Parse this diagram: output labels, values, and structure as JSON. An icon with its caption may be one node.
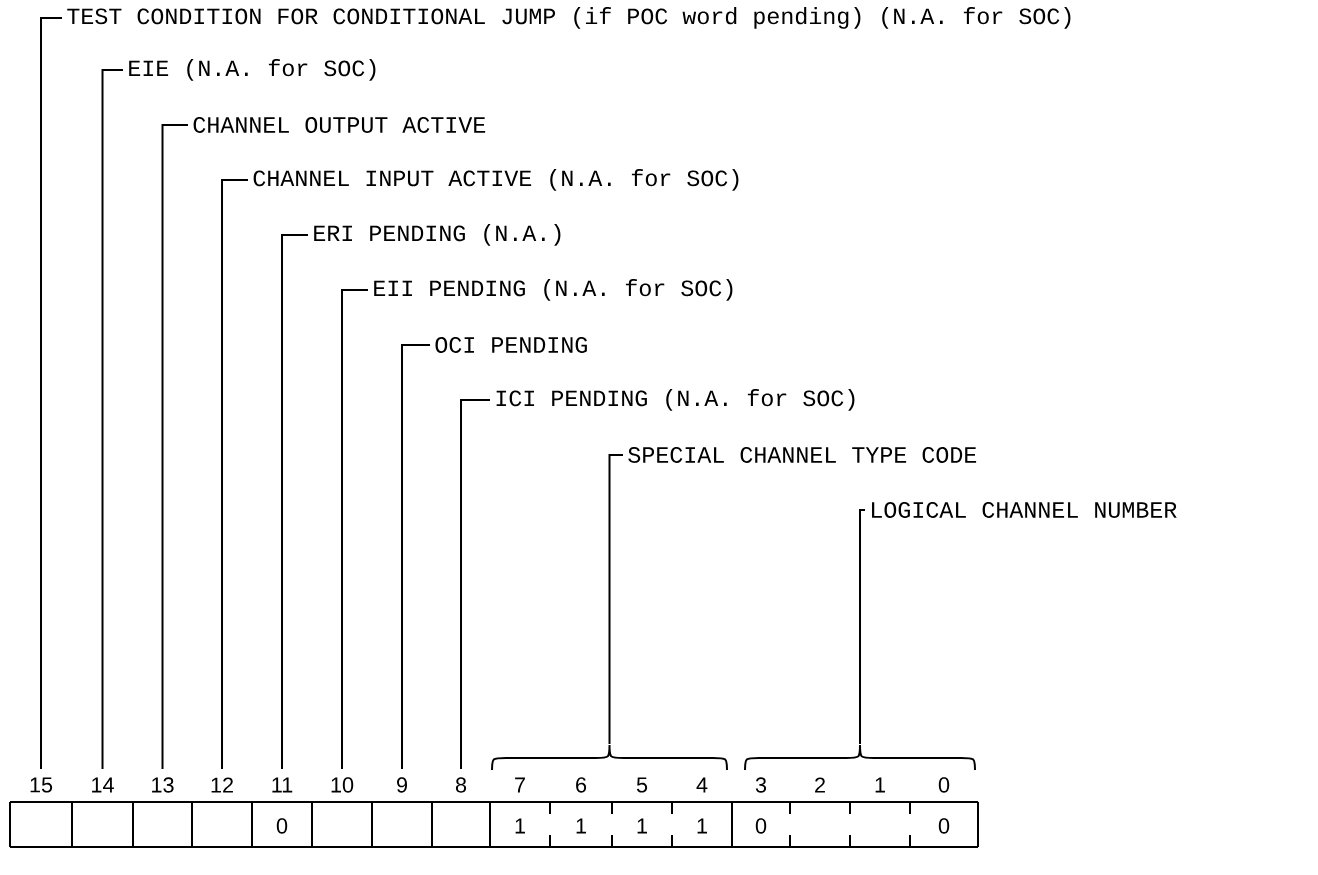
{
  "diagram": {
    "nodes": [
      {
        "text": [
          "TEST CONDITION FOR CONDITIONAL JUMP (if POC word pending) (N.A. for SOC)"
        ]
      },
      {
        "text": [
          "EIE (N.A. for SOC)"
        ]
      },
      {
        "text": [
          "CHANNEL OUTPUT ACTIVE"
        ]
      },
      {
        "text": [
          "CHANNEL INPUT ACTIVE (N.A. for SOC)"
        ]
      },
      {
        "text": [
          "ERI PENDING (N.A.)"
        ]
      },
      {
        "text": [
          "EII PENDING (N.A. for SOC)"
        ]
      },
      {
        "text": [
          "OCI PENDING"
        ]
      },
      {
        "text": [
          "ICI PENDING (N.A. for SOC)"
        ]
      },
      {
        "text": [
          "SPECIAL CHANNEL TYPE CODE"
        ]
      },
      {
        "text": [
          "LOGICAL CHANNEL NUMBER"
        ]
      },
      {
        "text": [],
        "shape": "bracket"
      },
      {
        "text": [],
        "shape": "bracket"
      },
      {
        "text": [
          "15"
        ]
      },
      {
        "text": [
          "14"
        ]
      },
      {
        "text": [
          "13"
        ]
      },
      {
        "text": [
          "12"
        ]
      },
      {
        "text": [
          "11",
          "0"
        ]
      },
      {
        "text": [
          "10"
        ]
      },
      {
        "text": [
          "9"
        ]
      },
      {
        "text": [
          "8"
        ]
      },
      {
        "text": [
          "7",
          "1"
        ]
      },
      {
        "text": [
          "6",
          "1"
        ]
      },
      {
        "text": [
          "5",
          "1"
        ]
      },
      {
        "text": [
          "4",
          "1"
        ]
      },
      {
        "text": [
          "3",
          "0"
        ]
      },
      {
        "text": [
          "2"
        ]
      },
      {
        "text": [
          "1"
        ]
      },
      {
        "text": [
          "0",
          "0"
        ]
      }
    ],
    "edges": [
      {
        "from": 0,
        "to": 12,
        "arrow": "none"
      },
      {
        "from": 1,
        "to": 13,
        "arrow": "none"
      },
      {
        "from": 2,
        "to": 14,
        "arrow": "none"
      },
      {
        "from": 3,
        "to": 15,
        "arrow": "none"
      },
      {
        "from": 4,
        "to": 16,
        "arrow": "none"
      },
      {
        "from": 5,
        "to": 17,
        "arrow": "none"
      },
      {
        "from": 6,
        "to": 18,
        "arrow": "none"
      },
      {
        "from": 7,
        "to": 19,
        "arrow": "none"
      },
      {
        "from": 8,
        "to": 10,
        "arrow": "none"
      },
      {
        "from": 9,
        "to": 11,
        "arrow": "none"
      }
    ]
  }
}
